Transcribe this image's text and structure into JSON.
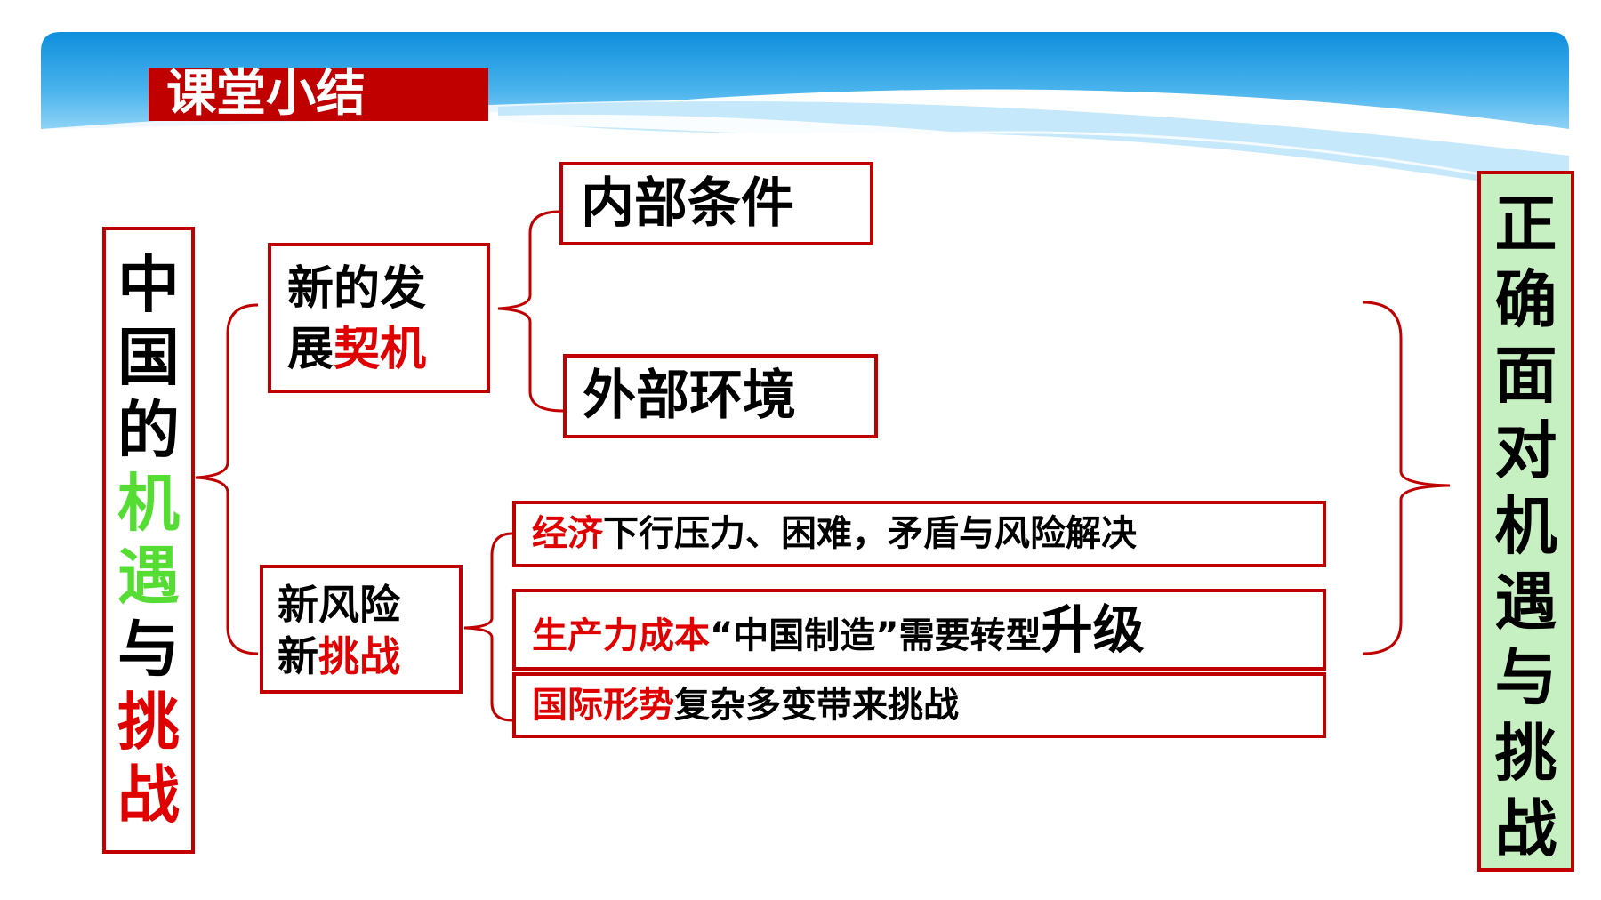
{
  "header": {
    "title": "课堂小结"
  },
  "left_box": {
    "chars": [
      "中",
      "国",
      "的",
      "机",
      "遇",
      "与",
      "挑",
      "战"
    ]
  },
  "branch_opportunity": {
    "line1": "新的发",
    "line2_black": "展",
    "line2_red": "契机",
    "children": {
      "internal": "内部条件",
      "external": "外部环境"
    }
  },
  "branch_risk": {
    "line1": "新风险",
    "line2_black": "新",
    "line2_red": "挑战",
    "items": [
      {
        "red": "经济",
        "black": "下行压力、困难，矛盾与风险解决"
      },
      {
        "red": "生产力成本",
        "black": "“中国制造”需要转型",
        "big": "升级"
      },
      {
        "red": "国际形势",
        "black": "复杂多变带来挑战"
      }
    ]
  },
  "right_box": {
    "chars": [
      "正",
      "确",
      "面",
      "对",
      "机",
      "遇",
      "与",
      "挑",
      "战"
    ]
  },
  "colors": {
    "accent_red": "#c00000",
    "text_red": "#e00000",
    "highlight_green": "#55dd33",
    "right_fill": "#c7f0c2",
    "banner_blue": "#1a9be0"
  }
}
